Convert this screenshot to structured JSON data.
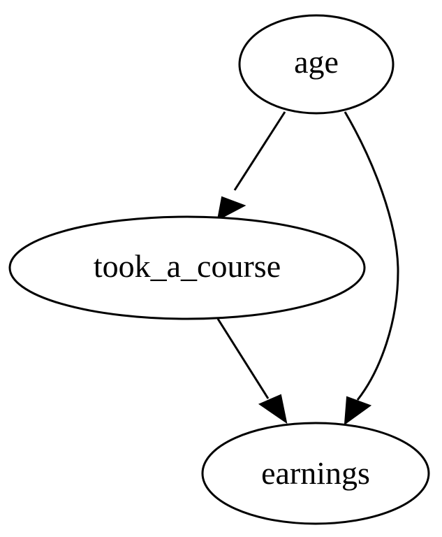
{
  "diagram": {
    "nodes": {
      "age": {
        "label": "age"
      },
      "took_a_course": {
        "label": "took_a_course"
      },
      "earnings": {
        "label": "earnings"
      }
    },
    "edges": [
      {
        "from": "age",
        "to": "took_a_course"
      },
      {
        "from": "age",
        "to": "earnings"
      },
      {
        "from": "took_a_course",
        "to": "earnings"
      }
    ]
  }
}
